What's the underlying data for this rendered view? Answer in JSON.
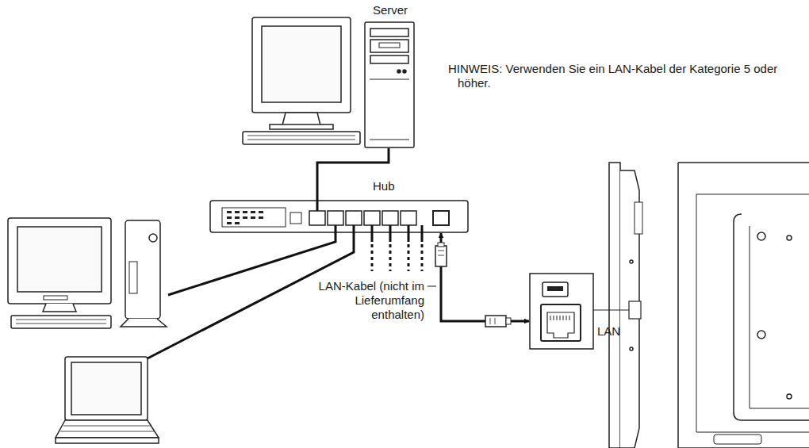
{
  "diagram": {
    "nodes": [
      {
        "text": [
          "Server"
        ]
      },
      {
        "text": [
          "Hub"
        ]
      },
      {
        "text": [
          "LAN"
        ]
      }
    ],
    "edges": [
      {
        "from": 0,
        "to": 1,
        "arrow": "none"
      },
      {
        "from": 1,
        "to": 2,
        "arrow": "both"
      }
    ],
    "labels": [
      "HINWEIS: Verwenden Sie ein LAN-Kabel der Kategorie 5 oder höher.",
      "LAN-Kabel (nicht im Lieferumfang enthalten)"
    ]
  }
}
